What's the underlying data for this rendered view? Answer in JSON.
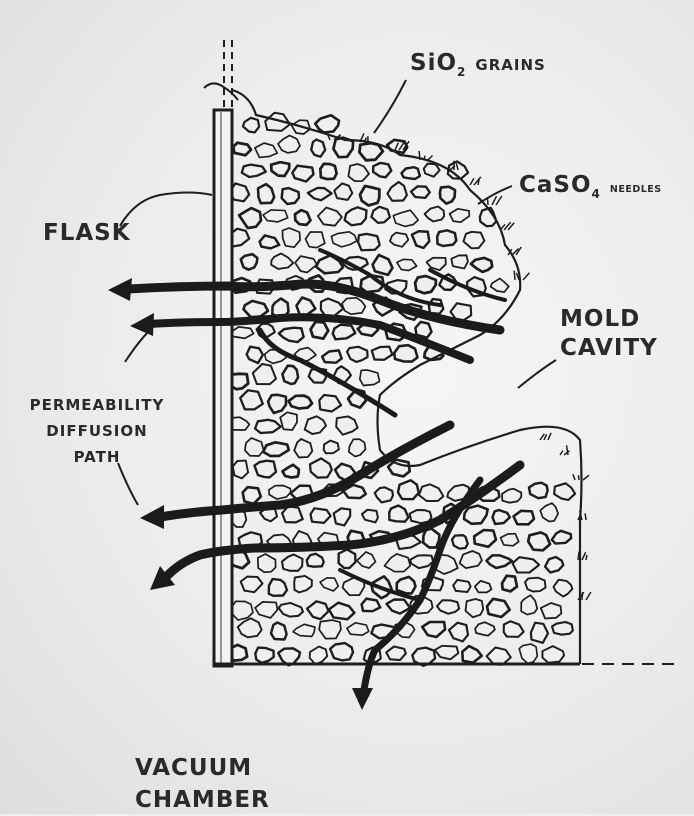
{
  "labels": {
    "sio2": {
      "prefix": "SiO",
      "sub": "2",
      "suffix": "GRAINS"
    },
    "caso4": {
      "prefix": "CaSO",
      "sub": "4",
      "suffix": "NEEDLES"
    },
    "flask": "FLASK",
    "mold_cavity": [
      "MOLD",
      "CAVITY"
    ],
    "permeability": [
      "PERMEABILITY",
      "DIFFUSION",
      "PATH"
    ],
    "vacuum_chamber": [
      "VACUUM",
      "CHAMBER"
    ]
  },
  "colors": {
    "ink": "#1e1e1e",
    "grain_fill": "#efefef",
    "paper": "#ececec"
  }
}
